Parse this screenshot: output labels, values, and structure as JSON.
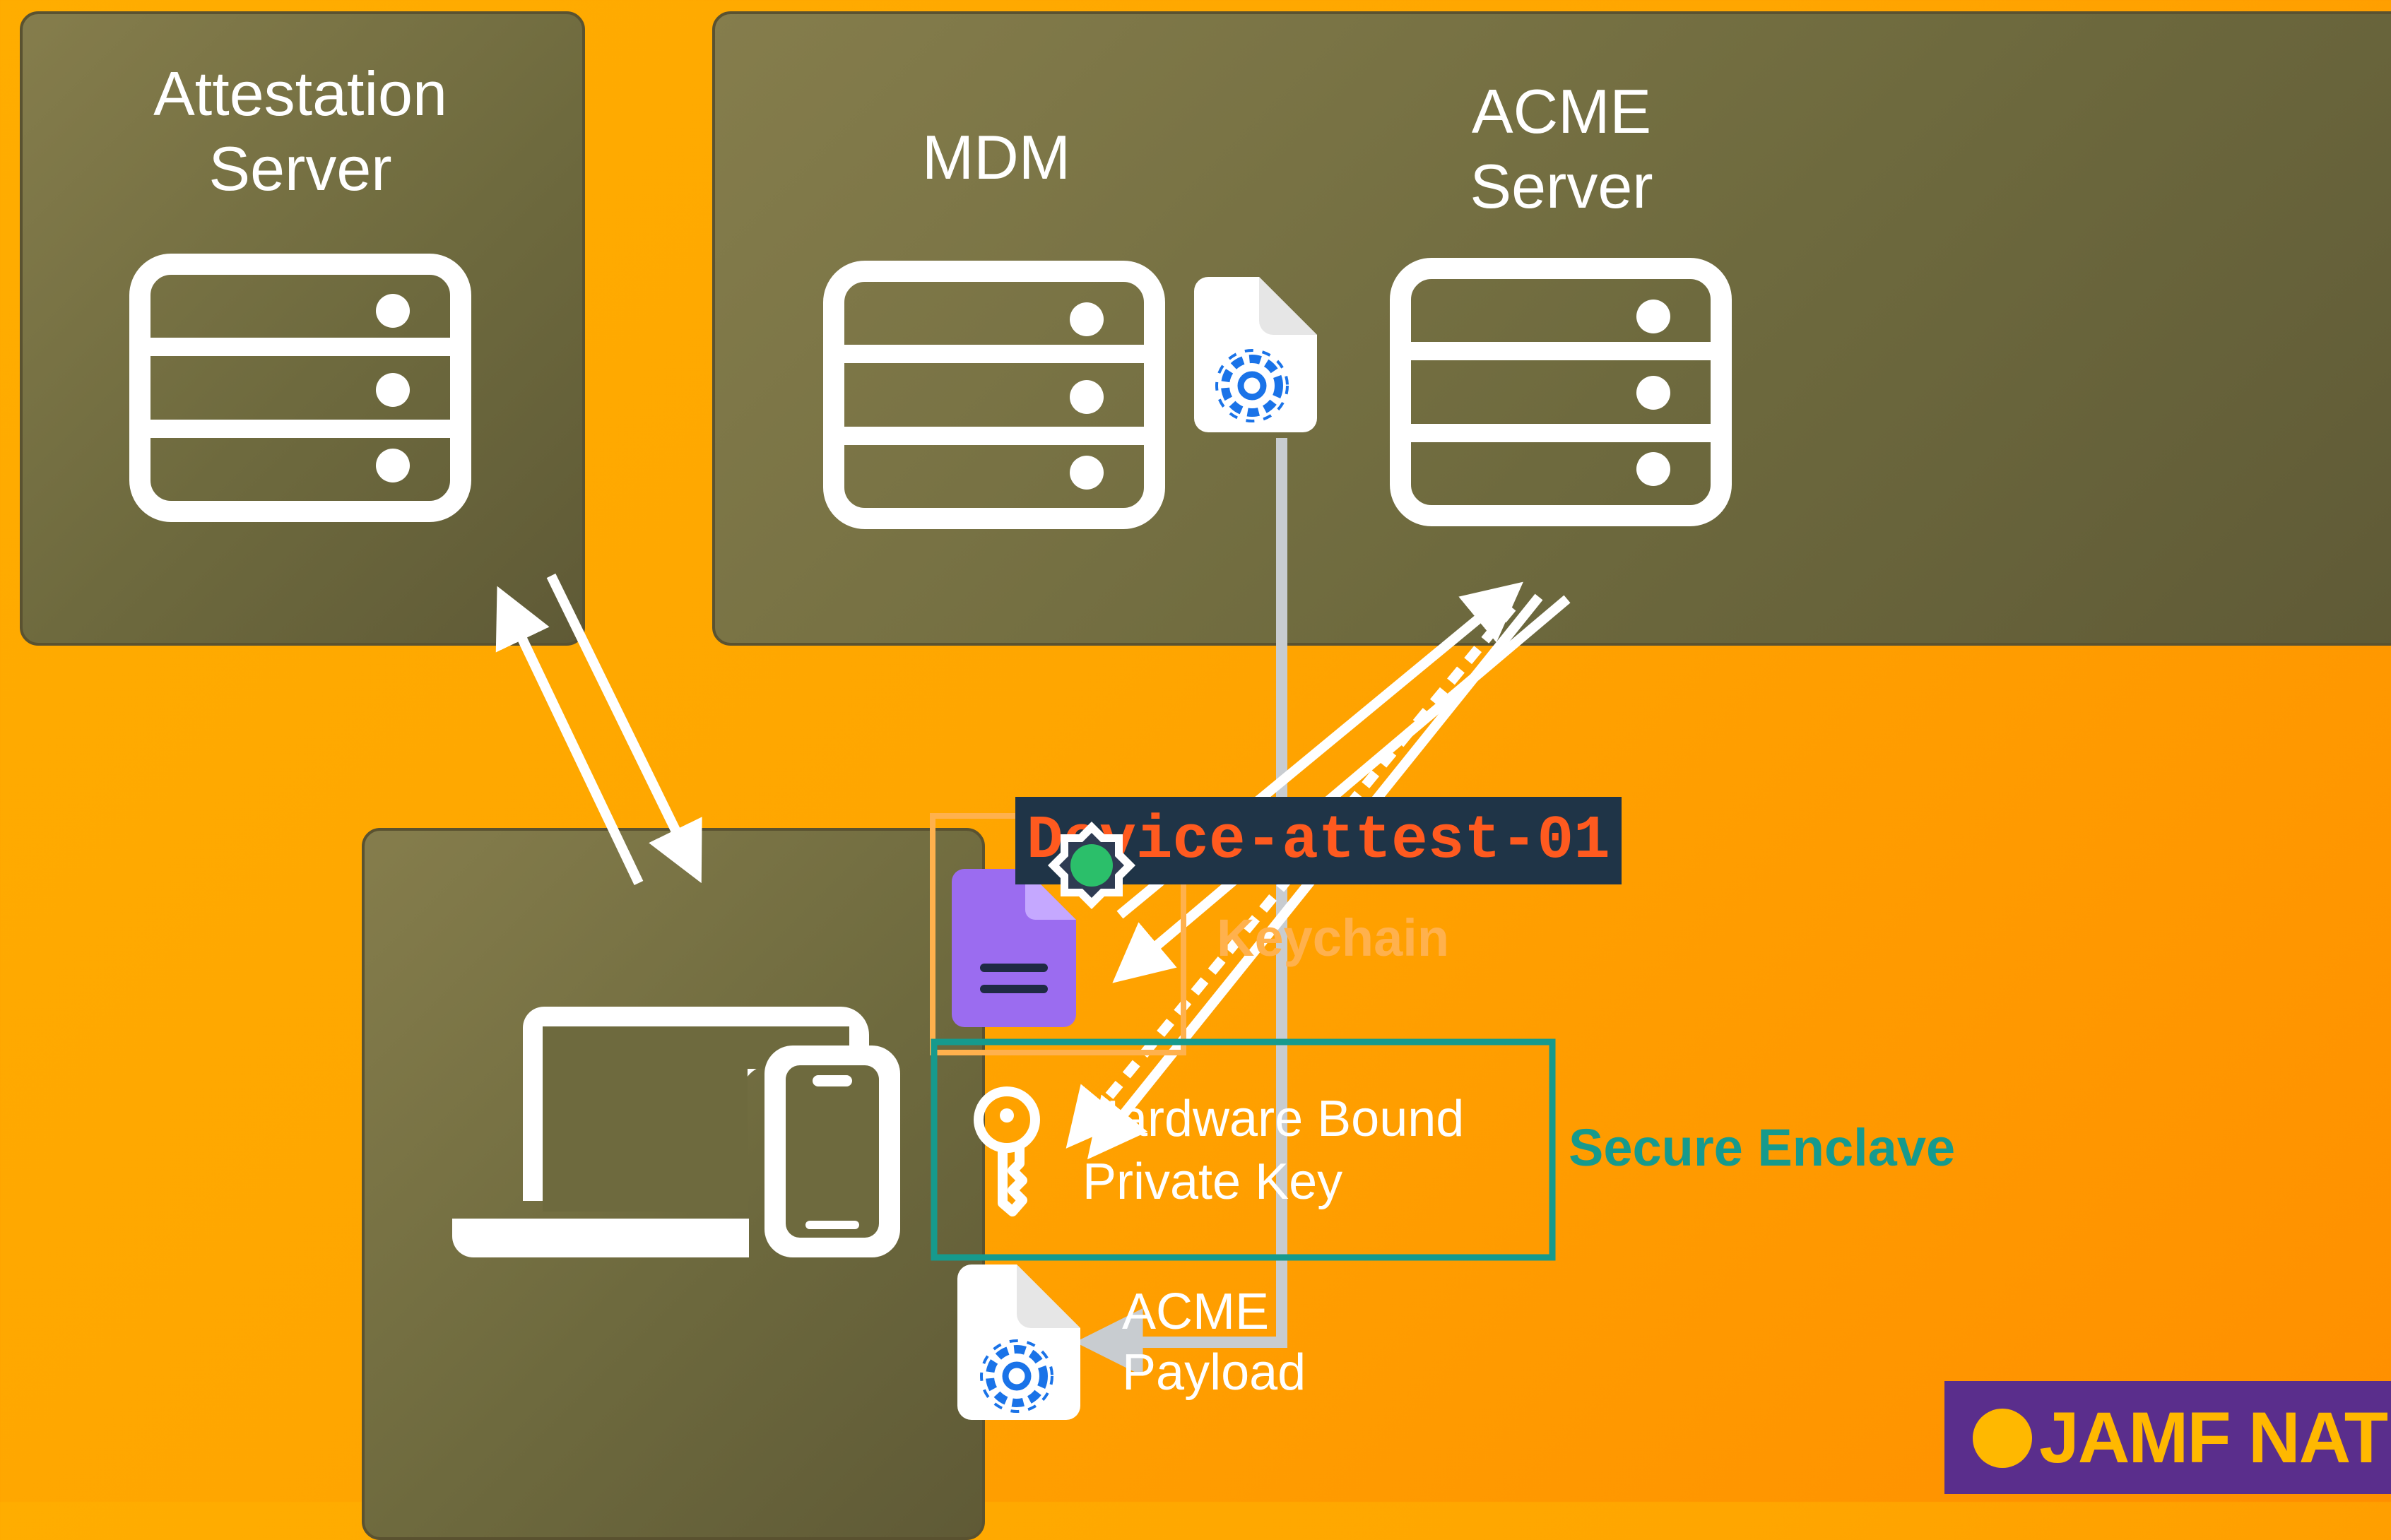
{
  "attestation_server": {
    "label": "Attestation\nServer"
  },
  "mdm": {
    "label": "MDM"
  },
  "acme_server": {
    "label": "ACME\nServer"
  },
  "certificate_tag": {
    "text": "Device-attest-01"
  },
  "keychain": {
    "label": "Keychain"
  },
  "hardware_key": {
    "label": "Hardware Bound\nPrivate Key"
  },
  "secure_enclave": {
    "label": "Secure Enclave"
  },
  "acme_payload": {
    "label": "ACME\nPayload"
  },
  "brand": {
    "text": "JAMF NAT"
  },
  "colors": {
    "background": "#ffa600",
    "panel": "#7a7244",
    "arrow": "#ffffff",
    "payload_line": "#c8ccd0",
    "keychain_border": "#ffb14d",
    "enclave_border": "#169a8d",
    "certificate_purple": "#9b6cf0",
    "brand_bg": "#5a2e8c",
    "brand_text": "#ffb800"
  },
  "icons": [
    "server-icon",
    "laptop-icon",
    "phone-icon",
    "config-profile-icon",
    "certificate-icon",
    "key-icon",
    "verified-badge-icon"
  ]
}
